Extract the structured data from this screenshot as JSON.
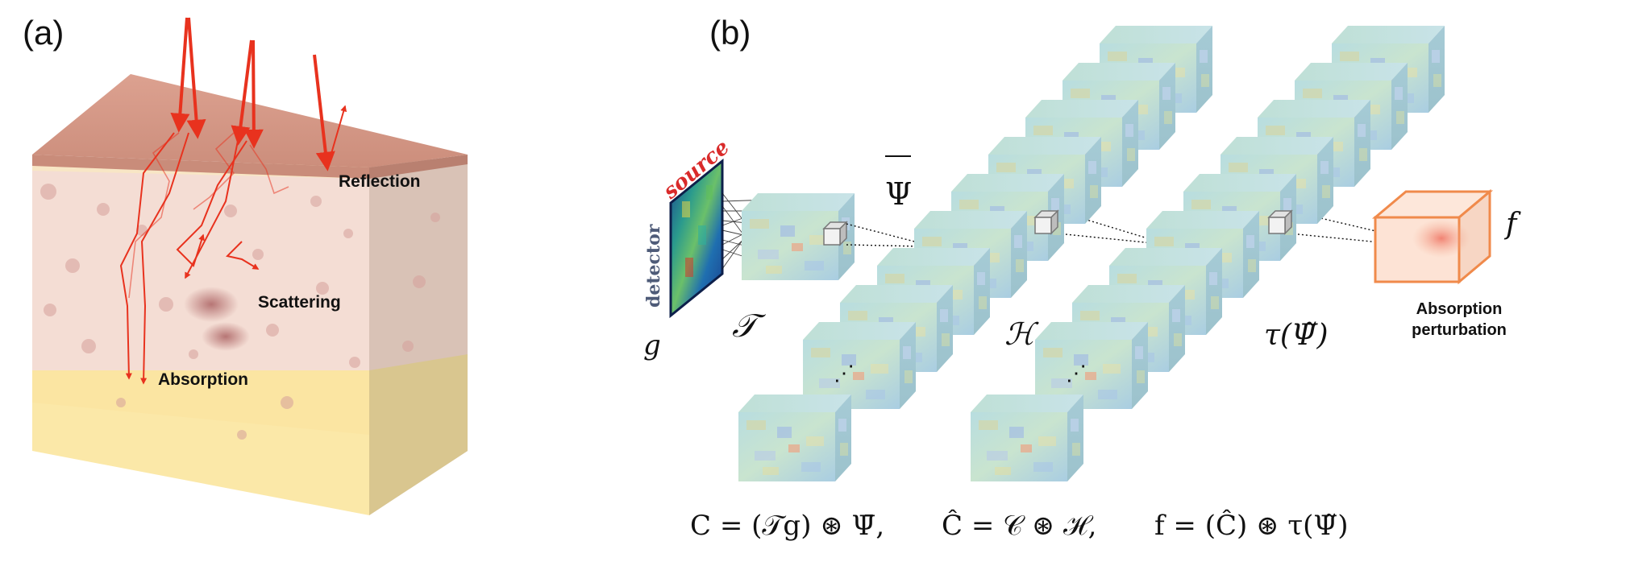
{
  "panel_a": {
    "label": "(a)",
    "annotations": {
      "reflection": "Reflection",
      "scattering": "Scattering",
      "absorption": "Absorption"
    }
  },
  "panel_b": {
    "label": "(b)",
    "detector_label": "detector",
    "source_label": "source",
    "g_label": "g",
    "T_label": "𝒯",
    "psi_bar_label": "Ψ",
    "H_label": "ℋ",
    "tau_label": "τ(Ψ̃)",
    "f_label": "f",
    "perturbation_label_line1": "Absorption",
    "perturbation_label_line2": "perturbation",
    "equations": [
      "C = (𝒯g) ⊛ Ψ̄,",
      "Ĉ = 𝒞 ⊛ ℋ,",
      "f = (Ĉ) ⊛ τ(Ψ̃)"
    ]
  },
  "colors": {
    "arrow_red": "#e8321e",
    "skin_top": "#d49a88",
    "perturbation_orange": "#f08a4b"
  }
}
